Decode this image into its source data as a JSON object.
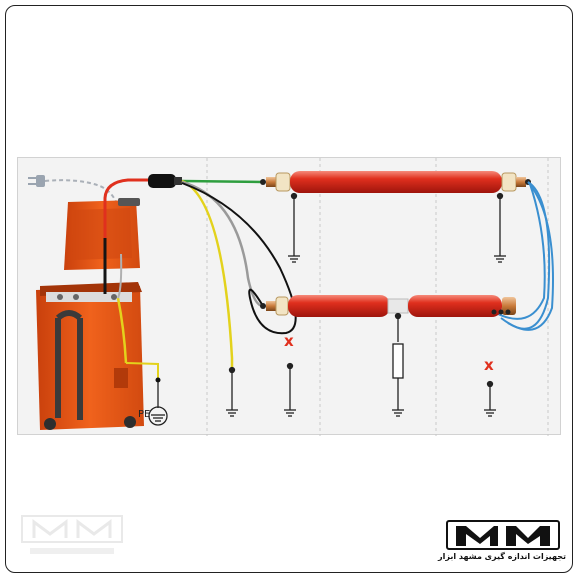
{
  "labels": {
    "pe": "PE",
    "fault_mark": "x"
  },
  "logo": {
    "caption": "تجهیزات اندازه گیری مشهد ابزار"
  },
  "colors": {
    "cable_red": "#e0301e",
    "cable_dark": "#b51a10",
    "copper": "#c97a3a",
    "green_wire": "#2e9e3e",
    "yellow_wire": "#e3d21c",
    "blue_wire": "#3a8fd0",
    "device_orange": "#ee5a16"
  }
}
